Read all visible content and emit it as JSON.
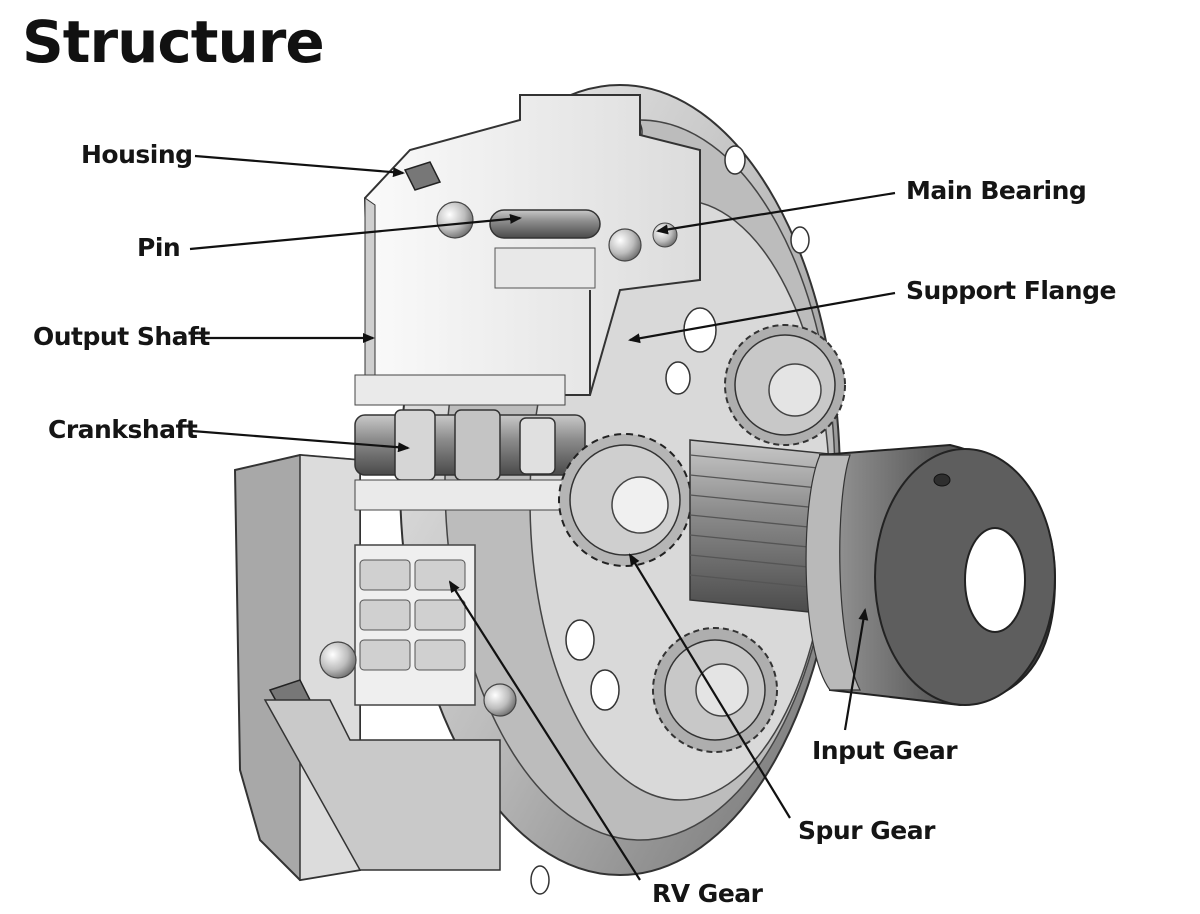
{
  "title": "Structure",
  "labels": {
    "housing": "Housing",
    "pin": "Pin",
    "output_shaft": "Output Shaft",
    "crankshaft": "Crankshaft",
    "main_bearing": "Main Bearing",
    "support_flange": "Support Flange",
    "input_gear": "Input Gear",
    "spur_gear": "Spur Gear",
    "rv_gear": "RV Gear"
  }
}
